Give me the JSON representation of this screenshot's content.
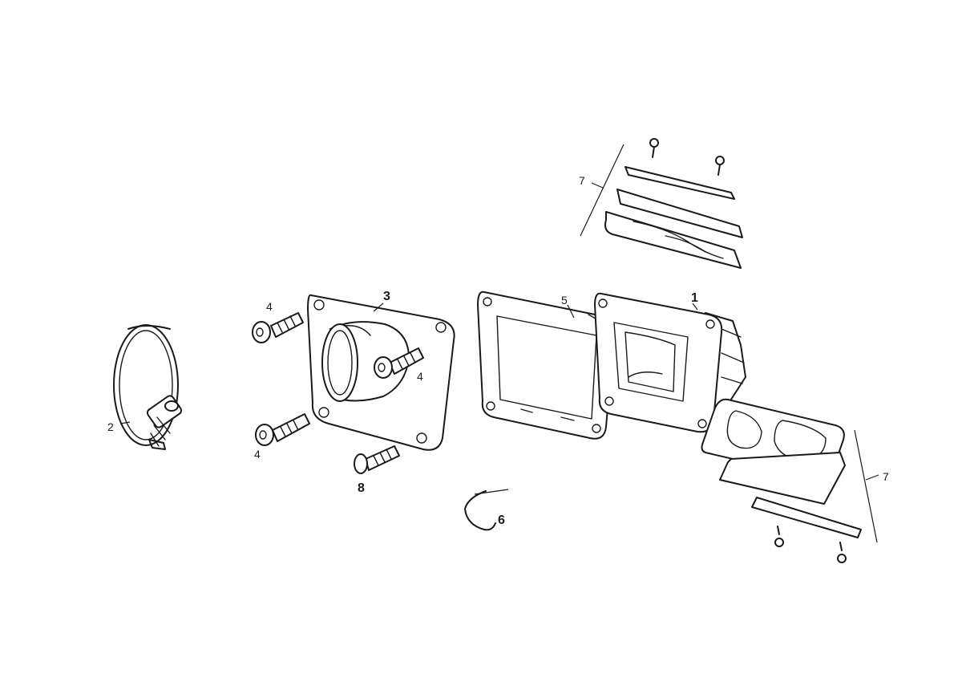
{
  "callouts": {
    "reed_block": "1",
    "hose_clamp": "2",
    "intake_manifold": "3",
    "screw_upper_left": "4",
    "screw_right": "4",
    "screw_lower_left": "4",
    "gasket": "5",
    "small_ring": "6",
    "reed_set_top": "7",
    "reed_set_bottom": "7",
    "screw_bottom": "8"
  }
}
